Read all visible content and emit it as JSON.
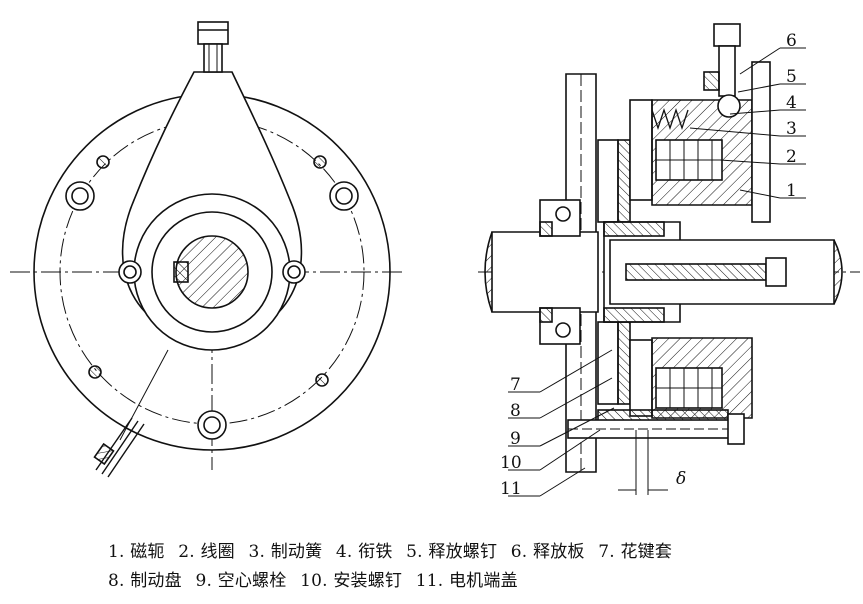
{
  "callouts": [
    "1",
    "2",
    "3",
    "4",
    "5",
    "6",
    "7",
    "8",
    "9",
    "10",
    "11"
  ],
  "gap_symbol": "δ",
  "caption": {
    "line1": [
      "1. 磁轭",
      "2. 线圈",
      "3. 制动簧",
      "4. 衔铁",
      "5. 释放螺钉",
      "6. 释放板",
      "7. 花键套"
    ],
    "line2": [
      "8. 制动盘",
      "9. 空心螺栓",
      "10. 安装螺钉",
      "11. 电机端盖"
    ]
  }
}
